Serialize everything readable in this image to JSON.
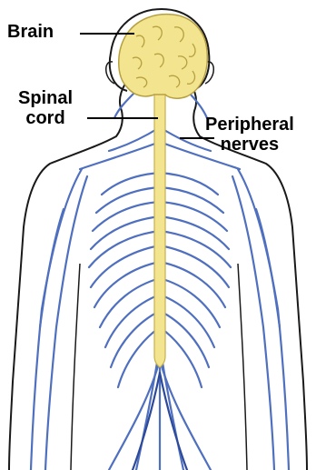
{
  "diagram": {
    "labels": {
      "brain": "Brain",
      "spinal_line1": "Spinal",
      "spinal_line2": "cord",
      "peripheral_line1": "Peripheral",
      "peripheral_line2": "nerves"
    },
    "colors": {
      "brain_fill": "#f3e58f",
      "nerve": "#4f6fbf",
      "nerve_dark": "#2d4a9a",
      "outline": "#1a1a1a",
      "background": "#ffffff"
    }
  }
}
